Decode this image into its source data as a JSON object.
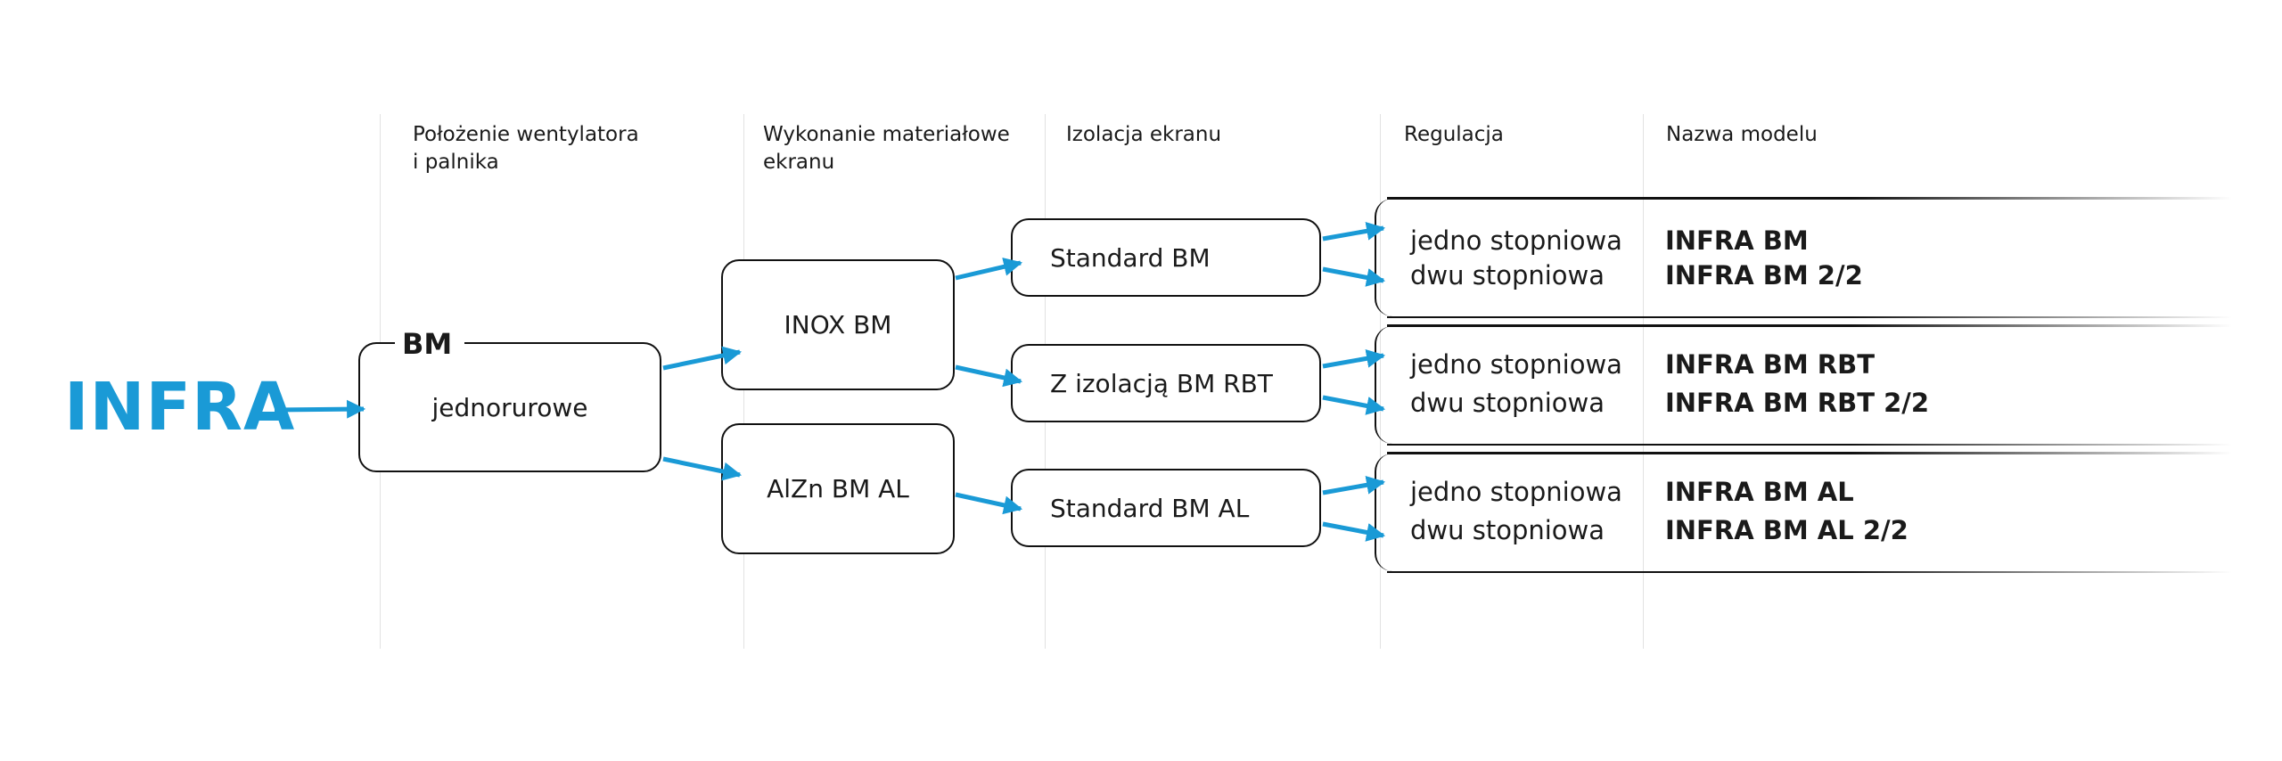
{
  "brand": "INFRA",
  "columns": [
    {
      "line1": "Położenie wentylatora",
      "line2": "i palnika"
    },
    {
      "line1": "Wykonanie materiałowe",
      "line2": "ekranu"
    },
    {
      "line1": "Izolacja ekranu",
      "line2": ""
    },
    {
      "line1": "Regulacja",
      "line2": ""
    },
    {
      "line1": "Nazwa modelu",
      "line2": ""
    }
  ],
  "stage1": {
    "tag": "BM",
    "label": "jednorurowe"
  },
  "stage2": [
    {
      "label": "INOX BM"
    },
    {
      "label": "AlZn BM AL"
    }
  ],
  "stage3": [
    {
      "label": "Standard BM"
    },
    {
      "label": "Z izolacją BM RBT"
    },
    {
      "label": "Standard BM AL"
    }
  ],
  "outputs": [
    {
      "reg1": "jedno stopniowa",
      "reg2": "dwu stopniowa",
      "model1": "INFRA BM",
      "model2": "INFRA BM 2/2"
    },
    {
      "reg1": "jedno stopniowa",
      "reg2": "dwu stopniowa",
      "model1": "INFRA BM RBT",
      "model2": "INFRA BM RBT 2/2"
    },
    {
      "reg1": "jedno stopniowa",
      "reg2": "dwu stopniowa",
      "model1": "INFRA BM AL",
      "model2": "INFRA BM AL 2/2"
    }
  ],
  "colors": {
    "accent": "#1a9ad6",
    "stroke": "#111111",
    "divider": "#e2e2e2"
  }
}
